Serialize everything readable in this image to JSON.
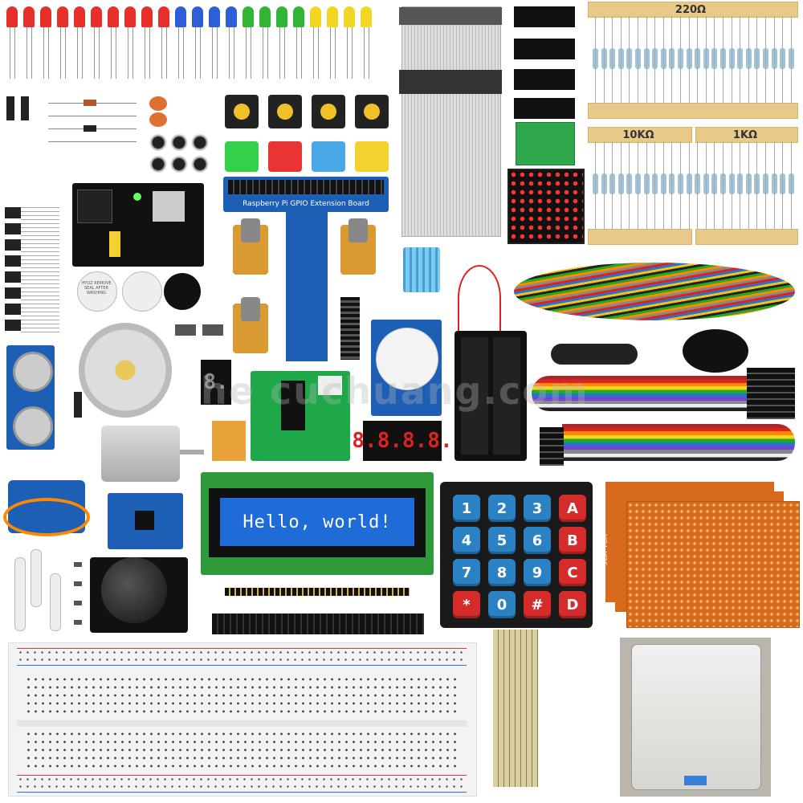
{
  "resistors": {
    "r220": "220Ω",
    "r10k": "10KΩ",
    "r1k": "1KΩ"
  },
  "gpio_board": {
    "title": "Raspberry Pi GPIO Extension Board"
  },
  "lcd": {
    "text": "Hello, world!"
  },
  "seven_seg_4": {
    "text": "8.8.8.8."
  },
  "seven_seg_1": {
    "text": "8."
  },
  "keypad": {
    "keys": [
      "1",
      "2",
      "3",
      "A",
      "4",
      "5",
      "6",
      "B",
      "7",
      "8",
      "9",
      "C",
      "*",
      "0",
      "#",
      "D"
    ]
  },
  "perfboard": {
    "label": "5CM*7CM"
  },
  "watermark": {
    "text": "he   cuchuang.com"
  },
  "buzzer": {
    "sticker": "HYDZ REMOVE SEAL AFTER WASHING"
  },
  "led_colors": [
    "#e8302a",
    "#2f5fd6",
    "#30b535",
    "#f2d624"
  ]
}
